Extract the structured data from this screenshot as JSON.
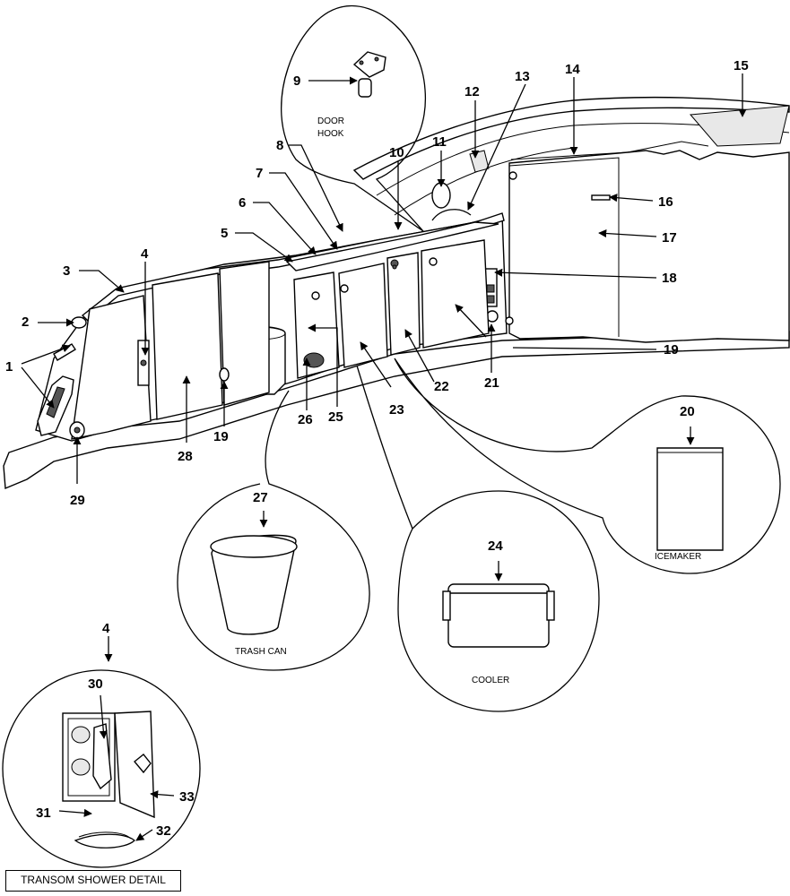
{
  "callouts": [
    "1",
    "2",
    "3",
    "4",
    "5",
    "6",
    "7",
    "8",
    "9",
    "10",
    "11",
    "12",
    "13",
    "14",
    "15",
    "16",
    "17",
    "18",
    "19",
    "20",
    "21",
    "22",
    "23",
    "24",
    "25",
    "26",
    "27",
    "28",
    "29",
    "30",
    "31",
    "32",
    "33"
  ],
  "captions": {
    "door_hook_1": "DOOR",
    "door_hook_2": "HOOK",
    "icemaker": "ICEMAKER",
    "trash_can": "TRASH CAN",
    "cooler": "COOLER",
    "transom_detail": "TRANSOM SHOWER DETAIL"
  }
}
